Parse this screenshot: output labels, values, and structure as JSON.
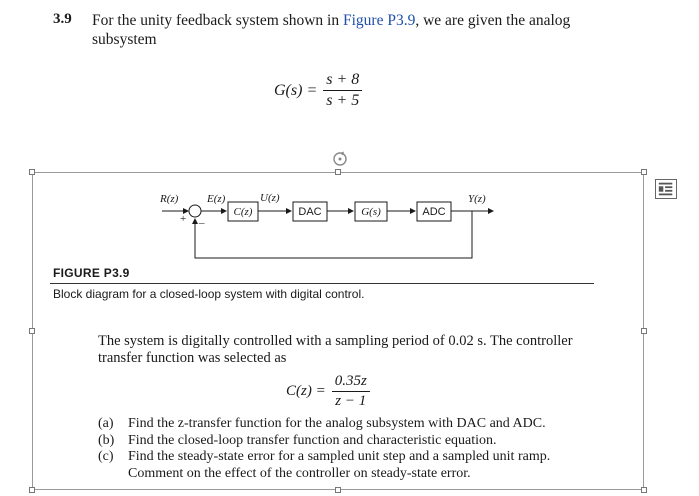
{
  "problem": {
    "number": "3.9",
    "text_before": "For the unity feedback system shown in ",
    "figure_ref": "Figure P3.9",
    "text_after": ", we are given the analog subsystem"
  },
  "equation_g": {
    "lhs": "G(s) =",
    "numerator": "s + 8",
    "denominator": "s + 5"
  },
  "diagram": {
    "signals": {
      "r": "R(z)",
      "e": "E(z)",
      "u": "U(z)",
      "y": "Y(z)",
      "plus": "+",
      "minus": "–"
    },
    "blocks": {
      "controller": "C(z)",
      "dac": "DAC",
      "plant": "G(s)",
      "adc": "ADC"
    }
  },
  "figure": {
    "label": "FIGURE P3.9",
    "caption": "Block diagram for a closed-loop system with digital control."
  },
  "system_text": "The system is digitally controlled with a sampling period of 0.02 s. The controller transfer function was selected as",
  "equation_c": {
    "lhs": "C(z) =",
    "numerator": "0.35z",
    "denominator": "z − 1"
  },
  "parts": [
    {
      "label": "(a)",
      "text": "Find the z-transfer function for the analog subsystem with DAC and ADC."
    },
    {
      "label": "(b)",
      "text": "Find the closed-loop transfer function and characteristic equation."
    },
    {
      "label": "(c)",
      "text": "Find the steady-state error for a sampled unit step and a sampled unit ramp. Comment on the effect of the controller on steady-state error."
    }
  ],
  "icons": {
    "rotate": "rotate-handle-icon",
    "layout": "layout-options-icon"
  },
  "colors": {
    "link": "#1f4fa8",
    "frame": "#9a9a9a"
  }
}
